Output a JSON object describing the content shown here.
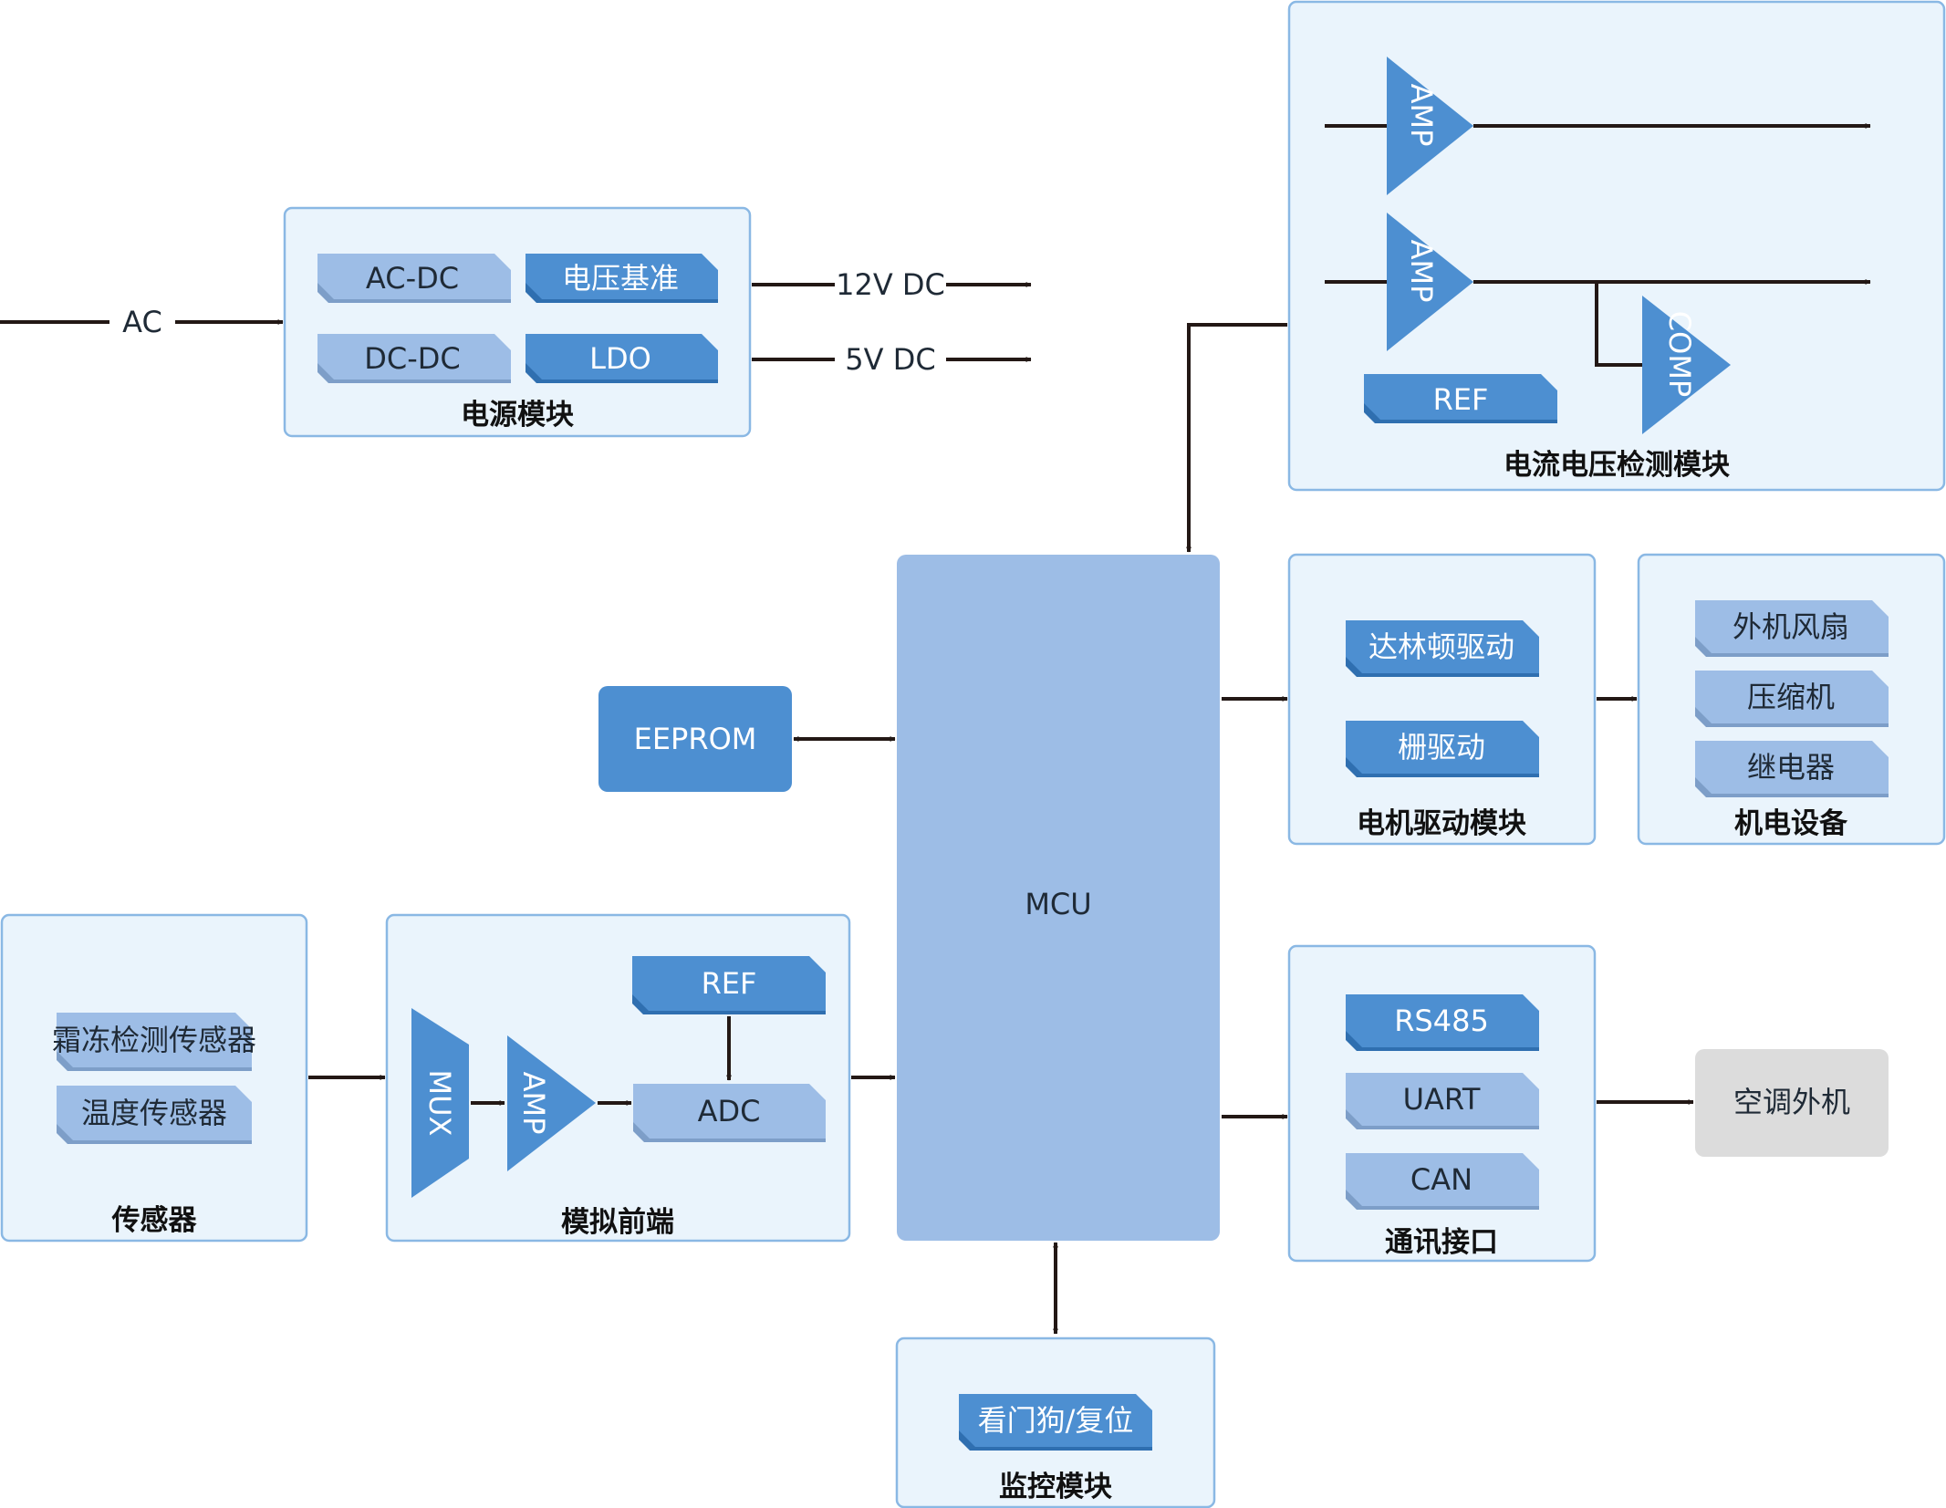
{
  "colors": {
    "group_fill": "#eaf4fc",
    "group_border": "#8ab8e4",
    "chip_dark": "#4d8fd1",
    "chip_light": "#9dbde6",
    "mcu_fill": "#9dbde6",
    "external_fill": "#dcdcdc",
    "line": "#231815"
  },
  "signals": {
    "ac": "AC",
    "v12": "12V DC",
    "v5": "5V DC"
  },
  "power": {
    "title": "电源模块",
    "acdc": "AC-DC",
    "vref": "电压基准",
    "dcdc": "DC-DC",
    "ldo": "LDO"
  },
  "sense": {
    "title": "电流电压检测模块",
    "amp1": "AMP",
    "amp2": "AMP",
    "comp": "COMP",
    "ref": "REF"
  },
  "mcu": {
    "label": "MCU"
  },
  "eeprom": {
    "label": "EEPROM"
  },
  "motor": {
    "title": "电机驱动模块",
    "darlington": "达林顿驱动",
    "gate": "栅驱动"
  },
  "equip": {
    "title": "机电设备",
    "fan": "外机风扇",
    "compressor": "压缩机",
    "relay": "继电器"
  },
  "sensors": {
    "title": "传感器",
    "frost": "霜冻检测传感器",
    "temp": "温度传感器"
  },
  "afe": {
    "title": "模拟前端",
    "mux": "MUX",
    "amp": "AMP",
    "ref": "REF",
    "adc": "ADC"
  },
  "comm": {
    "title": "通讯接口",
    "rs485": "RS485",
    "uart": "UART",
    "can": "CAN"
  },
  "outdoor": {
    "label": "空调外机"
  },
  "monitor": {
    "title": "监控模块",
    "watchdog": "看门狗/复位"
  }
}
